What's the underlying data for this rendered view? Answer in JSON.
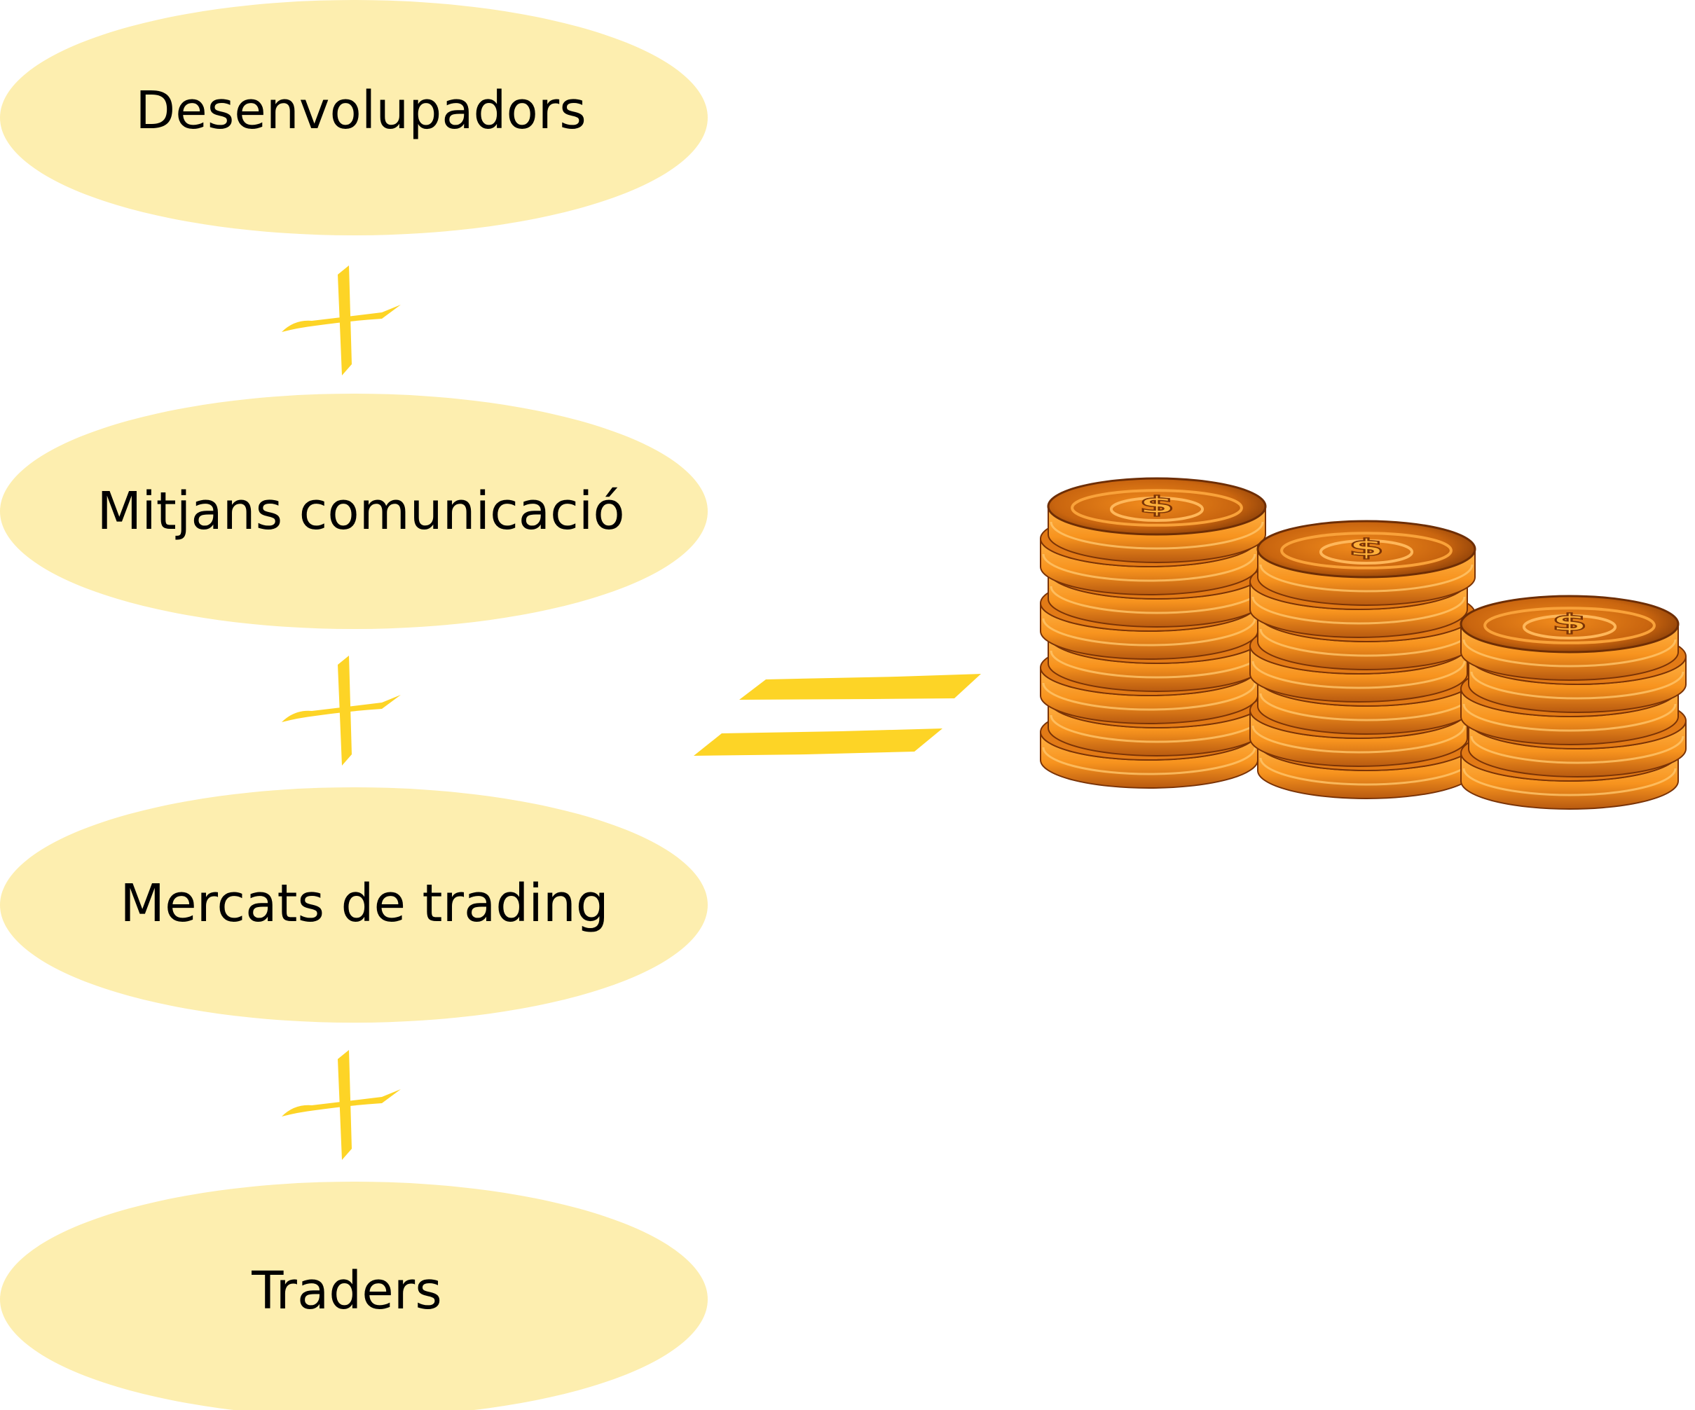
{
  "diagram": {
    "nodes": [
      {
        "id": "developers",
        "label": "Desenvolupadors"
      },
      {
        "id": "media",
        "label": "Mitjans comunicació"
      },
      {
        "id": "trading-markets",
        "label": "Mercats de trading"
      },
      {
        "id": "traders",
        "label": "Traders"
      }
    ],
    "operators": [
      "plus",
      "plus",
      "plus",
      "equals"
    ],
    "result_icon": "coin-stacks-icon"
  },
  "colors": {
    "ellipse_fill": "#FDEEAF",
    "operator_yellow": "#FDD426",
    "coin_orange": "#F7931E",
    "coin_dark": "#A8460C",
    "text": "#000000"
  }
}
